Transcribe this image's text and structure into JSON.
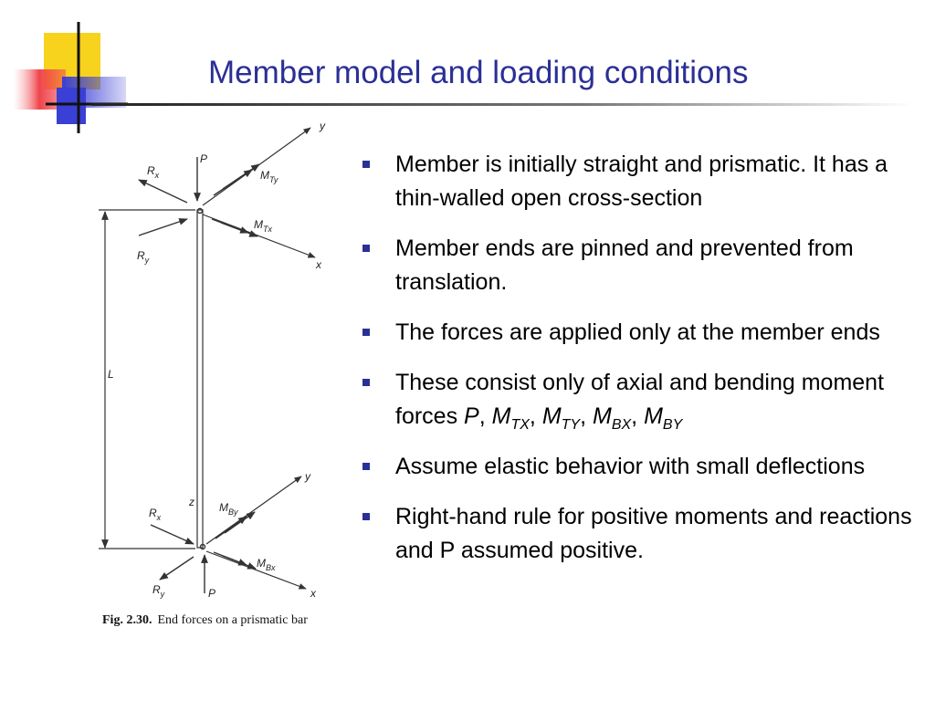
{
  "slide": {
    "title": "Member model and loading conditions"
  },
  "figure": {
    "caption_number": "Fig. 2.30.",
    "caption_text": "End forces on a prismatic bar",
    "labels": {
      "axis_x": "x",
      "axis_y": "y",
      "axis_z": "z",
      "length": "L",
      "P": "P",
      "R": "R",
      "M": "M",
      "sub_x": "x",
      "sub_y": "y",
      "sub_Tx": "Tx",
      "sub_Ty": "Ty",
      "sub_Bx": "Bx",
      "sub_By": "By"
    }
  },
  "bullets": [
    {
      "text": "Member is initially straight and prismatic. It has a thin-walled open cross-section"
    },
    {
      "text": "Member ends are pinned and prevented from translation."
    },
    {
      "text": "The forces are applied only at the member ends"
    },
    {
      "text": "These consist only of axial and bending moment forces ",
      "symbols": {
        "P": "P",
        "comma": ", ",
        "M": "M",
        "TX": "TX",
        "TY": "TY",
        "BX": "BX",
        "BY": "BY"
      }
    },
    {
      "text": "Assume elastic behavior with small deflections"
    },
    {
      "text": "Right-hand rule for positive moments and reactions and P assumed positive."
    }
  ],
  "colors": {
    "title": "#2b2f95",
    "bullet_marker": "#2b2f95",
    "logo_yellow": "#f7d31e",
    "logo_red": "#f0444b",
    "logo_blue": "#3a3fd6"
  }
}
